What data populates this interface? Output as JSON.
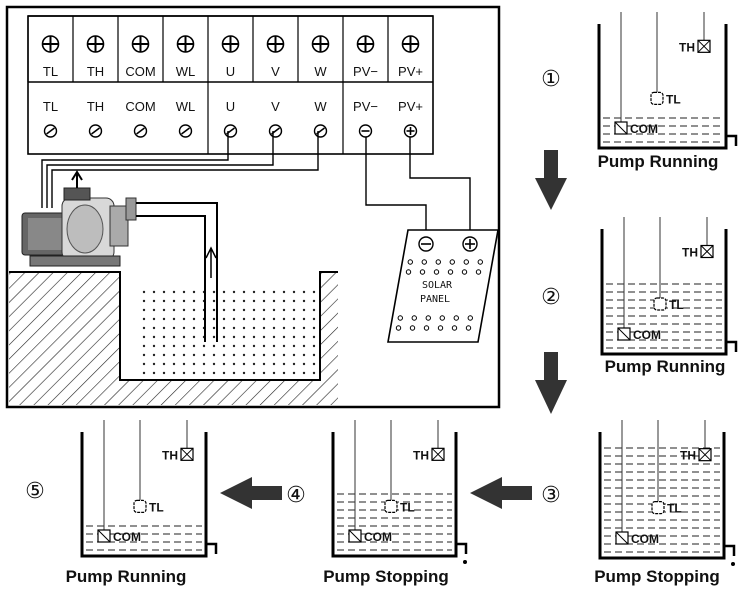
{
  "terminals_top": [
    "TL",
    "TH",
    "COM",
    "WL",
    "U",
    "V",
    "W",
    "PV−",
    "PV+"
  ],
  "terminals_bottom": [
    "TL",
    "TH",
    "COM",
    "WL",
    "U",
    "V",
    "W",
    "PV−",
    "PV+"
  ],
  "solar_panel": {
    "line1": "SOLAR",
    "line2": "PANEL"
  },
  "sensors": {
    "th": "TH",
    "tl": "TL",
    "com": "COM"
  },
  "steps": [
    {
      "number": "①",
      "caption": "Pump Running"
    },
    {
      "number": "②",
      "caption": "Pump Running"
    },
    {
      "number": "③",
      "caption": "Pump Stopping"
    },
    {
      "number": "④",
      "caption": "Pump Stopping"
    },
    {
      "number": "⑤",
      "caption": "Pump Running"
    }
  ]
}
